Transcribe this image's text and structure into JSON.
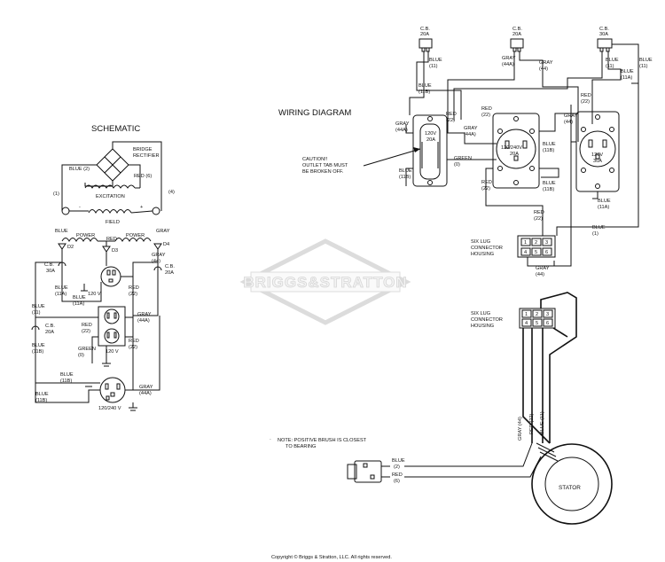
{
  "schematic": {
    "title": "SCHEMATIC",
    "bridge_label_1": "BRIDGE",
    "bridge_label_2": "RECTIFIER",
    "blue2": "BLUE (2)",
    "red6": "RED (6)",
    "excitation": "EXCITATION",
    "field": "FIELD",
    "left_bracket": "(1)",
    "right_bracket": "(4)",
    "blue": "BLUE",
    "power_1": "POWER",
    "red": "RED",
    "power_2": "POWER",
    "gray": "GRAY",
    "d2": "D2",
    "d3": "D3",
    "d4": "D4",
    "cb30_1": "C.B.",
    "cb30_2": "30A",
    "blue11a_1": "BLUE",
    "blue11a_2": "(11A)",
    "blue11a_b1": "BLUE",
    "blue11a_b2": "(11A)",
    "v120": "120 V",
    "red22_1": "RED",
    "red22_2": "(22)",
    "gray44_1": "GRAY",
    "gray44_2": "(44)",
    "cb20r_1": "C.B.",
    "cb20r_2": "20A",
    "blue11_1": "BLUE",
    "blue11_2": "(11)",
    "cb20l_1": "C.B.",
    "cb20l_2": "20A",
    "blue11b_1": "BLUE",
    "blue11b_2": "(11B)",
    "red22b_1": "RED",
    "red22b_2": "(22)",
    "gray44a_1": "GRAY",
    "gray44a_2": "(44A)",
    "green0_1": "GREEN",
    "green0_2": "(0)",
    "v120b": "120 V",
    "red22c_1": "RED",
    "red22c_2": "(22)",
    "blue11b_b1": "BLUE",
    "blue11b_b2": "(11B)",
    "gray44a_b1": "GRAY",
    "gray44a_b2": "(44A)",
    "blue11b_c1": "BLUE",
    "blue11b_c2": "(11B)",
    "v120240": "120/240 V"
  },
  "wiring": {
    "title": "WIRING DIAGRAM",
    "cb20_1": "C.B.",
    "cb20_2": "20A",
    "cb30_1": "C.B.",
    "cb30_2": "30A",
    "blue11_1": "BLUE",
    "blue11_2": "(11)",
    "blue11b_1": "BLUE",
    "blue11b_2": "(11B)",
    "gray44a_top_1": "GRAY",
    "gray44a_top_2": "(44A)",
    "gray44_top_1": "GRAY",
    "gray44_top_2": "(44)",
    "blue11_r1": "BLUE",
    "blue11_r2": "(11)",
    "blue11_rr1": "BLUE",
    "blue11_rr2": "(11)",
    "blue11a_r1": "BLUE",
    "blue11a_r2": "(11A)",
    "red22_r1": "RED",
    "red22_r2": "(22)",
    "gray44_r1": "GRAY",
    "gray44_r2": "(44)",
    "gray44a_l1": "GRAY",
    "gray44a_l2": "(44A)",
    "r120_20_1": "120V",
    "r120_20_2": "20A",
    "red22_a1": "RED",
    "red22_a2": "(22)",
    "red22_b1": "RED",
    "red22_b2": "(22)",
    "gray44a_m1": "GRAY",
    "gray44a_m2": "(44A)",
    "r240_1": "120/240V",
    "r240_2": "20A",
    "blue11b_m1": "BLUE",
    "blue11b_m2": "(11B)",
    "blue11b_m3": "BLUE",
    "blue11b_m4": "(11B)",
    "r120_30_1": "120V",
    "r120_30_2": "30A",
    "green0_1": "GREEN",
    "green0_2": "(0)",
    "blue11b_l1": "BLUE",
    "blue11b_l2": "(11B)",
    "red22_c1": "RED",
    "red22_c2": "(22)",
    "blue11a_b1": "BLUE",
    "blue11a_b2": "(11A)",
    "caution_1": "CAUTION!!",
    "caution_2": "OUTLET TAB MUST",
    "caution_3": "BE BROKEN OFF.",
    "red22_d1": "RED",
    "red22_d2": "(22)",
    "blue1_1": "BLUE",
    "blue1_2": "(1)",
    "six_lug_1": "SIX LUG",
    "six_lug_2": "CONNECTOR",
    "six_lug_3": "HOUSING",
    "gray44_b1": "GRAY",
    "gray44_b2": "(44)",
    "six_lug_b1": "SIX LUG",
    "six_lug_b2": "CONNECTOR",
    "six_lug_b3": "HOUSING",
    "pins": [
      "1",
      "2",
      "3",
      "4",
      "5",
      "6"
    ],
    "stator_gray": "GRAY (44)",
    "stator_red": "RED (22)",
    "stator_blue": "BLUE (11)",
    "note_1": "NOTE: POSITIVE BRUSH IS CLOSEST",
    "note_2": "TO BEARING",
    "brush_blue_1": "BLUE",
    "brush_blue_2": "(2)",
    "brush_red_1": "RED",
    "brush_red_2": "(6)",
    "stator": "STATOR"
  },
  "watermark": "BRIGGS&STRATTON",
  "copyright": "Copyright © Briggs & Stratton, LLC. All rights reserved."
}
